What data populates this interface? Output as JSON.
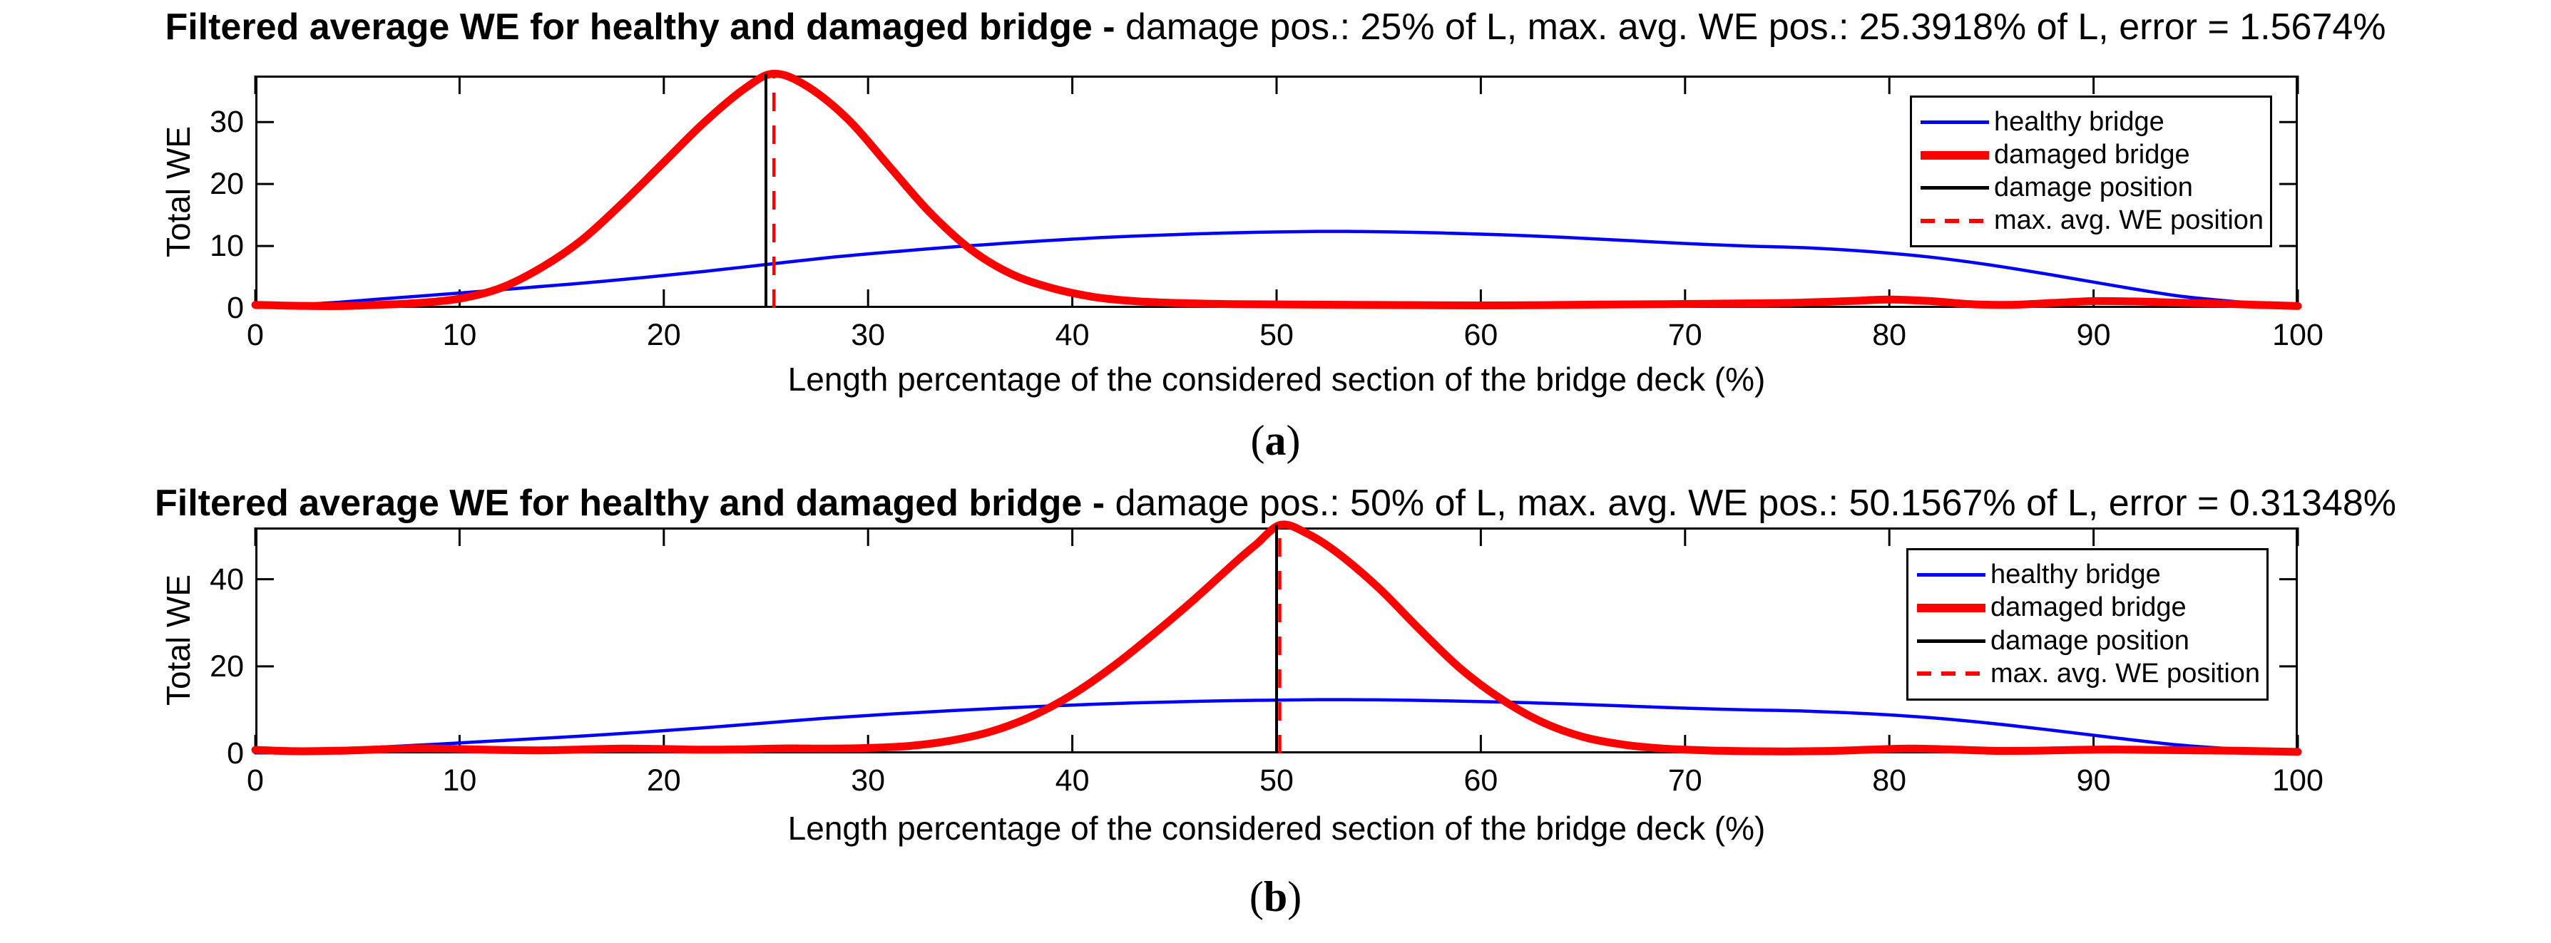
{
  "figure": {
    "background": "#ffffff",
    "axis_color": "#000000",
    "accent_blue": "#0000ff",
    "accent_red": "#ff0000"
  },
  "chart_data": [
    {
      "type": "line",
      "panel": "a",
      "title_bold": "Filtered average WE for healthy and damaged bridge - ",
      "title_regular": "damage pos.: 25% of L, max. avg. WE pos.: 25.3918% of L, error = 1.5674%",
      "xlabel": "Length percentage of the considered section of the bridge deck (%)",
      "ylabel": "Total WE",
      "sub_label_open": "(",
      "sub_label_letter": "a",
      "sub_label_close": ")",
      "xlim": [
        0,
        100
      ],
      "ylim": [
        0,
        37.5
      ],
      "xticks": [
        0,
        10,
        20,
        30,
        40,
        50,
        60,
        70,
        80,
        90,
        100
      ],
      "yticks": [
        0,
        10,
        20,
        30
      ],
      "grid": false,
      "damage_position_pct": 25,
      "max_avg_we_position_pct": 25.3918,
      "error_pct": 1.5674,
      "peak_total_we": 37.8,
      "series": [
        {
          "name": "healthy bridge",
          "color": "#0000ff",
          "width": 4.5,
          "style": "solid",
          "x": [
            0,
            2,
            4,
            6,
            8,
            10,
            13,
            16,
            19,
            22,
            25,
            28,
            31,
            34,
            37,
            40,
            43,
            46,
            49,
            52,
            55,
            58,
            61,
            64,
            67,
            70,
            73,
            76,
            79,
            82,
            85,
            88,
            91,
            94,
            96,
            98,
            100
          ],
          "y": [
            0.1,
            0.5,
            0.9,
            1.4,
            1.9,
            2.4,
            3.2,
            4.0,
            4.9,
            5.9,
            7.0,
            8.1,
            9.0,
            9.8,
            10.5,
            11.1,
            11.6,
            11.95,
            12.2,
            12.35,
            12.3,
            12.1,
            11.8,
            11.4,
            10.9,
            10.4,
            10.0,
            9.7,
            9.1,
            8.2,
            6.9,
            5.3,
            3.6,
            2.0,
            1.3,
            0.7,
            0.2
          ]
        },
        {
          "name": "damaged bridge",
          "color": "#ff0000",
          "width": 11,
          "style": "solid",
          "x": [
            0,
            2,
            4,
            6,
            8,
            10,
            12,
            14,
            16,
            18,
            20,
            22,
            24,
            25.4,
            27,
            29,
            31,
            33,
            35,
            37,
            39,
            41,
            43,
            45,
            48,
            51,
            54,
            57,
            60,
            63,
            66,
            69,
            72,
            75,
            78,
            80,
            82,
            84,
            86,
            88,
            90,
            92,
            94,
            96,
            98,
            100
          ],
          "y": [
            0.5,
            0.35,
            0.3,
            0.5,
            0.8,
            1.5,
            3.2,
            6.5,
            11.0,
            17.0,
            23.5,
            30.0,
            35.5,
            37.8,
            35.8,
            30.5,
            23.0,
            15.5,
            9.5,
            5.5,
            3.2,
            1.8,
            1.1,
            0.8,
            0.6,
            0.55,
            0.5,
            0.45,
            0.4,
            0.45,
            0.55,
            0.6,
            0.7,
            0.8,
            1.1,
            1.35,
            1.1,
            0.6,
            0.5,
            0.8,
            1.1,
            1.05,
            0.85,
            0.7,
            0.5,
            0.3
          ]
        }
      ],
      "vlines": [
        {
          "name": "damage position",
          "color": "#000000",
          "width": 4,
          "style": "solid",
          "x": 25
        },
        {
          "name": "max. avg. WE position",
          "color": "#ff0000",
          "width": 4.5,
          "style": "dashed",
          "x": 25.3918
        }
      ],
      "legend": {
        "position": "upper-right",
        "items": [
          {
            "label": "healthy bridge",
            "color": "#0000ff",
            "style": "solid",
            "thickness": "thin"
          },
          {
            "label": "damaged bridge",
            "color": "#ff0000",
            "style": "solid",
            "thickness": "thick"
          },
          {
            "label": "damage position",
            "color": "#000000",
            "style": "solid",
            "thickness": "thin"
          },
          {
            "label": "max. avg. WE position",
            "color": "#ff0000",
            "style": "dashed",
            "thickness": "thin"
          }
        ]
      }
    },
    {
      "type": "line",
      "panel": "b",
      "title_bold": "Filtered average WE for healthy and damaged bridge - ",
      "title_regular": "damage pos.: 50% of L, max. avg. WE pos.: 50.1567% of L, error = 0.31348%",
      "xlabel": "Length percentage of the considered section of the bridge deck (%)",
      "ylabel": "Total WE",
      "sub_label_open": "(",
      "sub_label_letter": "b",
      "sub_label_close": ")",
      "xlim": [
        0,
        100
      ],
      "ylim": [
        0,
        51.9
      ],
      "xticks": [
        0,
        10,
        20,
        30,
        40,
        50,
        60,
        70,
        80,
        90,
        100
      ],
      "yticks": [
        0,
        20,
        40
      ],
      "grid": false,
      "damage_position_pct": 50,
      "max_avg_we_position_pct": 50.1567,
      "error_pct": 0.31348,
      "peak_total_we": 52.5,
      "series": [
        {
          "name": "healthy bridge",
          "color": "#0000ff",
          "width": 4.5,
          "style": "solid",
          "x": [
            0,
            2,
            4,
            6,
            8,
            10,
            13,
            16,
            19,
            22,
            25,
            28,
            31,
            34,
            37,
            40,
            43,
            46,
            49,
            52,
            55,
            58,
            61,
            64,
            67,
            70,
            73,
            76,
            79,
            82,
            85,
            88,
            91,
            94,
            96,
            98,
            100
          ],
          "y": [
            0.1,
            0.5,
            0.9,
            1.4,
            1.9,
            2.4,
            3.2,
            4.0,
            4.9,
            5.9,
            7.0,
            8.1,
            9.0,
            9.8,
            10.5,
            11.1,
            11.6,
            11.95,
            12.2,
            12.35,
            12.3,
            12.1,
            11.8,
            11.4,
            10.9,
            10.4,
            10.0,
            9.7,
            9.1,
            8.2,
            6.9,
            5.3,
            3.6,
            2.0,
            1.3,
            0.7,
            0.2
          ]
        },
        {
          "name": "damaged bridge",
          "color": "#ff0000",
          "width": 11,
          "style": "solid",
          "x": [
            0,
            2,
            4,
            6,
            8,
            10,
            12,
            14,
            16,
            18,
            20,
            22,
            24,
            26,
            28,
            30,
            32,
            34,
            36,
            38,
            40,
            42,
            44,
            46,
            48,
            49,
            50.2,
            51.5,
            53,
            55,
            57,
            59,
            61,
            63,
            65,
            67,
            69,
            71,
            73,
            75,
            77,
            79,
            81,
            83,
            85,
            87,
            89,
            91,
            93,
            95,
            97,
            100
          ],
          "y": [
            0.8,
            0.5,
            0.6,
            0.9,
            1.2,
            1.0,
            0.8,
            0.7,
            0.9,
            1.1,
            1.0,
            0.85,
            0.95,
            1.15,
            1.1,
            1.25,
            1.7,
            2.9,
            5.0,
            8.5,
            13.5,
            20.0,
            27.5,
            35.5,
            44.0,
            48.0,
            52.5,
            50.5,
            46.0,
            38.0,
            28.5,
            19.5,
            12.5,
            7.2,
            3.8,
            2.0,
            1.1,
            0.7,
            0.5,
            0.45,
            0.55,
            0.85,
            1.1,
            0.9,
            0.6,
            0.6,
            0.8,
            0.9,
            0.8,
            0.7,
            0.6,
            0.35
          ]
        }
      ],
      "vlines": [
        {
          "name": "damage position",
          "color": "#000000",
          "width": 4,
          "style": "solid",
          "x": 50
        },
        {
          "name": "max. avg. WE position",
          "color": "#ff0000",
          "width": 4.5,
          "style": "dashed",
          "x": 50.1567
        }
      ],
      "legend": {
        "position": "upper-right",
        "items": [
          {
            "label": "healthy bridge",
            "color": "#0000ff",
            "style": "solid",
            "thickness": "thin"
          },
          {
            "label": "damaged bridge",
            "color": "#ff0000",
            "style": "solid",
            "thickness": "thick"
          },
          {
            "label": "damage position",
            "color": "#000000",
            "style": "solid",
            "thickness": "thin"
          },
          {
            "label": "max. avg. WE position",
            "color": "#ff0000",
            "style": "dashed",
            "thickness": "thin"
          }
        ]
      }
    }
  ]
}
